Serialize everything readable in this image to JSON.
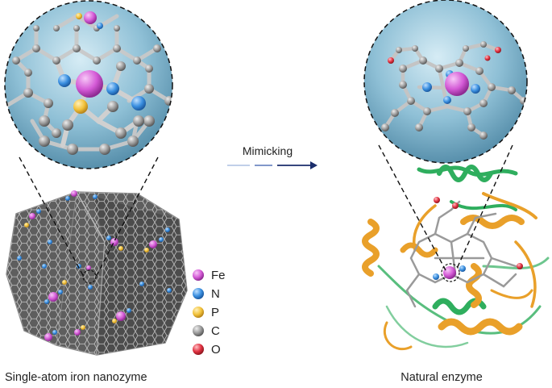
{
  "arrow": {
    "label": "Mimicking"
  },
  "captions": {
    "left": "Single-atom iron nanozyme",
    "right": "Natural enzyme"
  },
  "legend": [
    {
      "label": "Fe",
      "color": "#d45ad6"
    },
    {
      "label": "N",
      "color": "#3a8fe0"
    },
    {
      "label": "P",
      "color": "#f2c23a"
    },
    {
      "label": "C",
      "color": "#9a9a9a"
    },
    {
      "label": "O",
      "color": "#e03040"
    }
  ],
  "colors": {
    "ribbon_orange": "#e9a02a",
    "ribbon_green": "#2fae5e",
    "bubble": "#7fb6cf",
    "arrow": "#1a2d6b"
  }
}
